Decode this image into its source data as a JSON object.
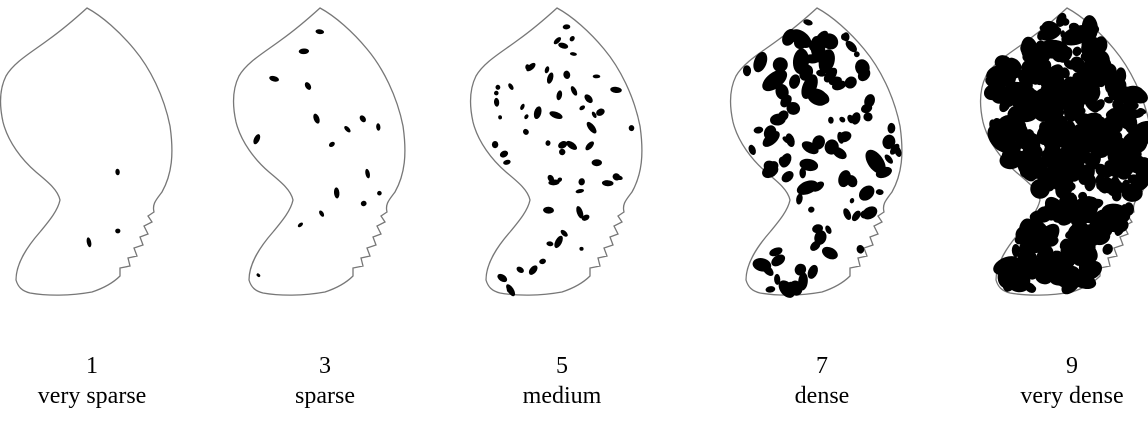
{
  "scale": {
    "items": [
      {
        "score": "1",
        "label": "very sparse",
        "density": 1
      },
      {
        "score": "3",
        "label": "sparse",
        "density": 3
      },
      {
        "score": "5",
        "label": "medium",
        "density": 5
      },
      {
        "score": "7",
        "label": "dense",
        "density": 7
      },
      {
        "score": "9",
        "label": "very dense",
        "density": 9
      }
    ]
  },
  "colors": {
    "outline": "#777777",
    "spot": "#000000",
    "background": "#ffffff"
  }
}
